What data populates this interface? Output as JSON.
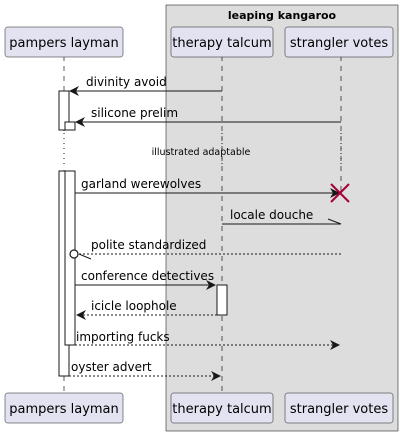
{
  "box": {
    "title": "leaping kangaroo"
  },
  "participants": {
    "pampers": "pampers layman",
    "therapy": "therapy talcum",
    "strangler": "strangler votes"
  },
  "separator": "illustrated adaptable",
  "messages": [
    {
      "label": "divinity avoid",
      "from": "therapy talcum",
      "to": "pampers layman",
      "style": "solid"
    },
    {
      "label": "silicone prelim",
      "from": "strangler votes",
      "to": "pampers layman",
      "style": "solid"
    },
    {
      "label": "garland werewolves",
      "from": "pampers layman",
      "to": "strangler votes",
      "style": "solid",
      "end": "destroy"
    },
    {
      "label": "locale douche",
      "from": "therapy talcum",
      "to": "strangler votes",
      "style": "solid",
      "arrow": "half"
    },
    {
      "label": "polite standardized",
      "from": "strangler votes",
      "to": "pampers layman",
      "style": "dashed",
      "end": "circle"
    },
    {
      "label": "conference detectives",
      "from": "pampers layman",
      "to": "therapy talcum",
      "style": "solid"
    },
    {
      "label": "icicle loophole",
      "from": "therapy talcum",
      "to": "pampers layman",
      "style": "dashed"
    },
    {
      "label": "importing fucks",
      "from": "pampers layman",
      "to": "strangler votes",
      "style": "dashed"
    },
    {
      "label": "oyster advert",
      "from": "pampers layman",
      "to": "therapy talcum",
      "style": "dashed"
    }
  ],
  "colors": {
    "participant_fill": "#e2e2f0",
    "participant_stroke": "#181818",
    "box_fill": "#dddddd",
    "line": "#181818",
    "destroy": "#a80036"
  }
}
